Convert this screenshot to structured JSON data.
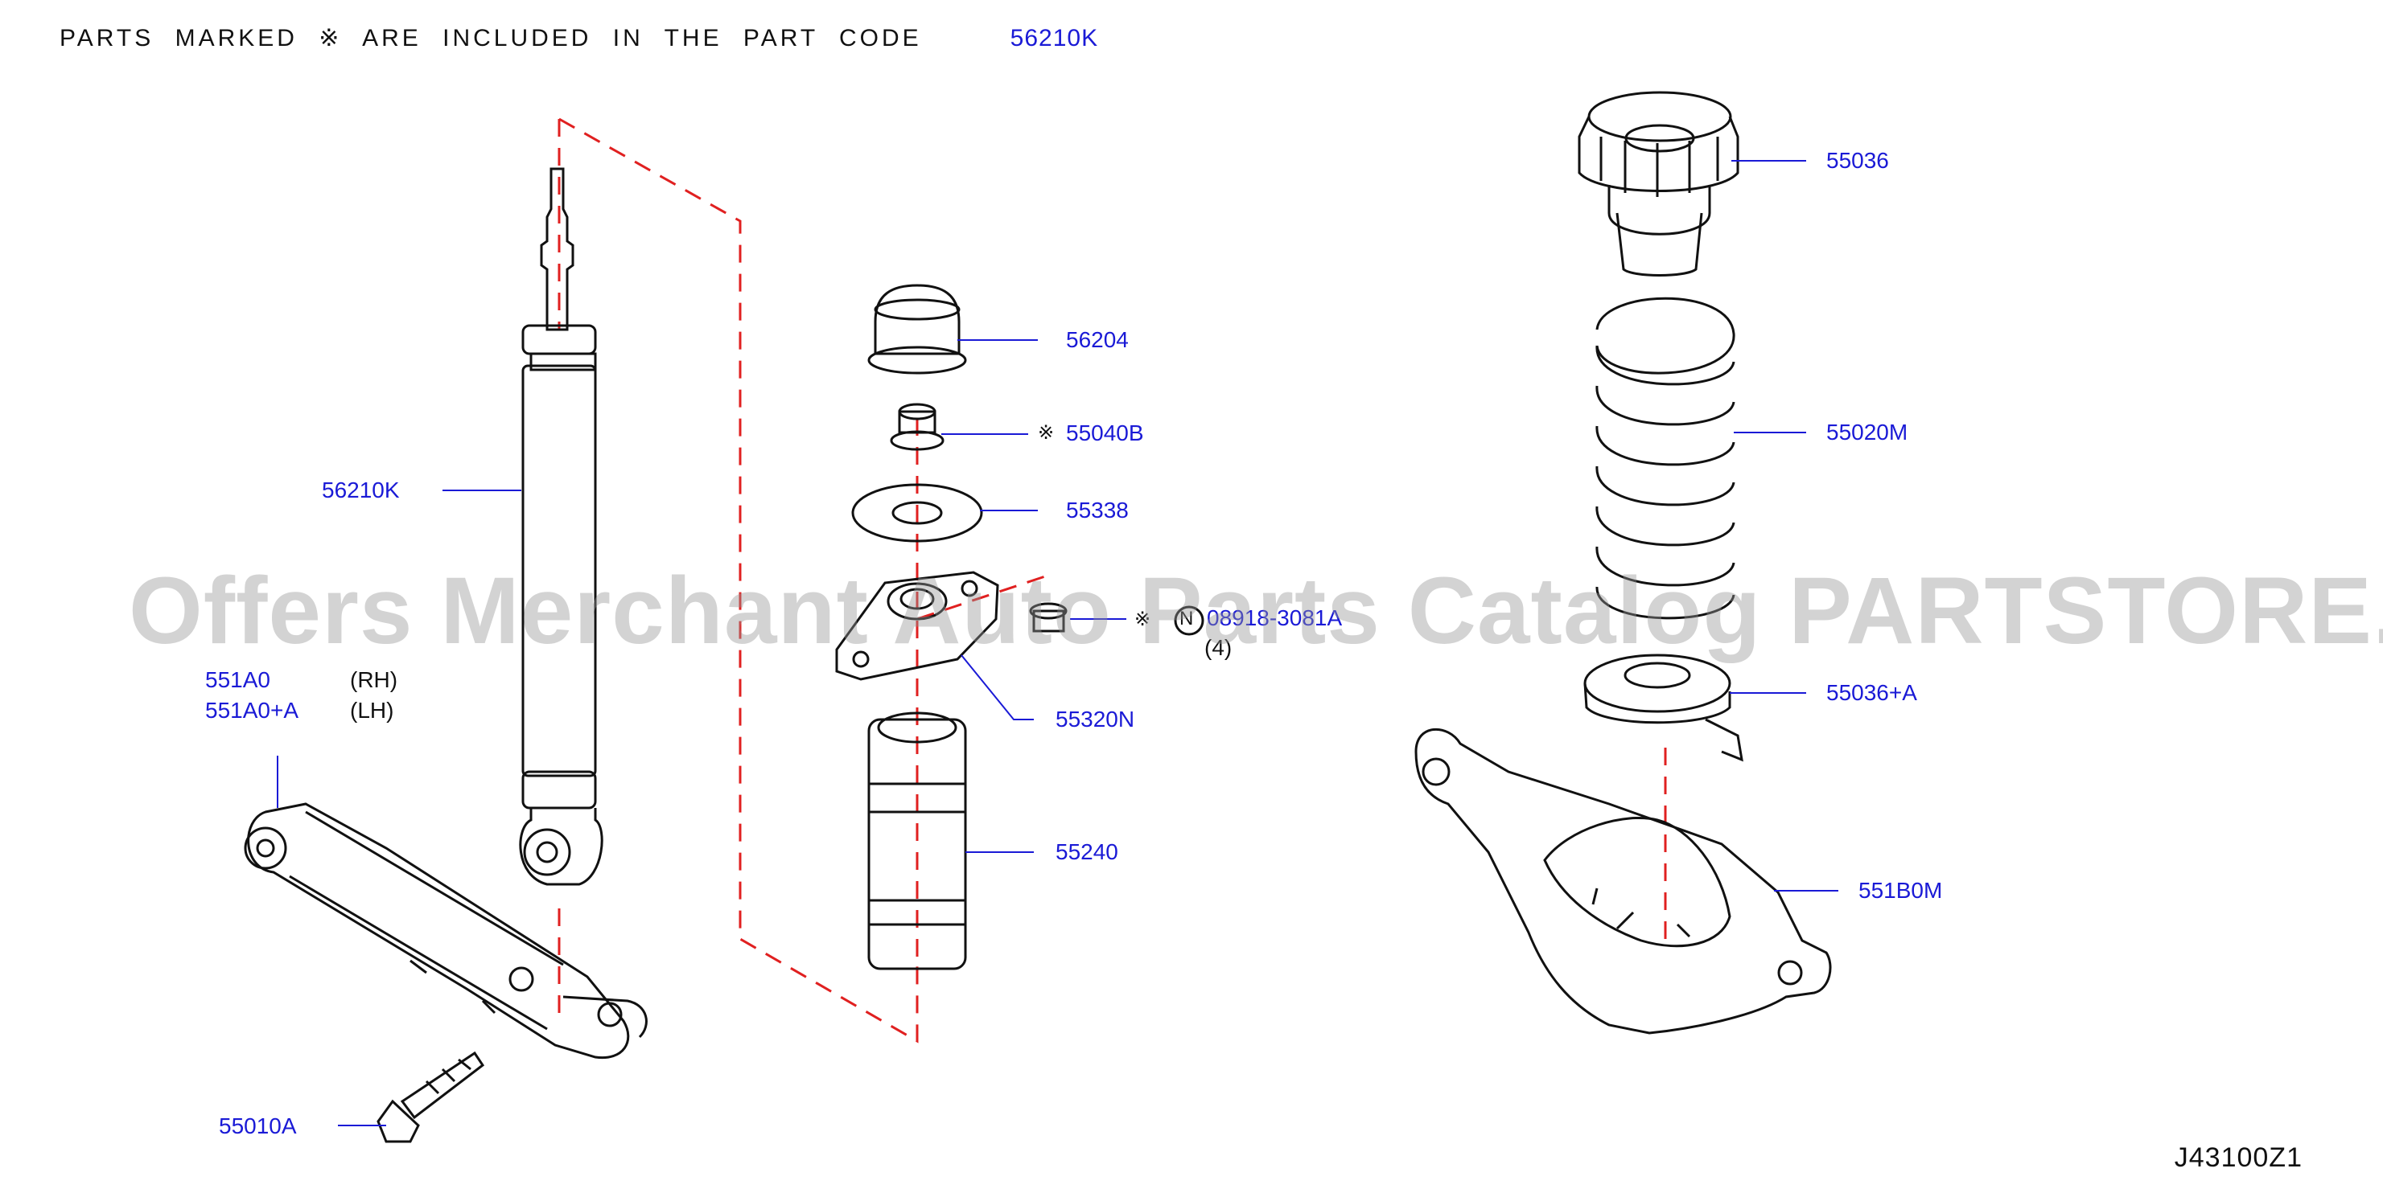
{
  "header": {
    "text": "PARTS MARKED ※ ARE INCLUDED IN THE PART CODE",
    "code": "56210K"
  },
  "diagram_ref": "J43100Z1",
  "watermark": "Offers Merchant Auto Parts Catalog PARTSTORE.SA",
  "callouts": {
    "shock": "56210K",
    "arm_rh": "551A0",
    "arm_rh_side": "(RH)",
    "arm_lh": "551A0+A",
    "arm_lh_side": "(LH)",
    "bolt": "55010A",
    "cap": "56204",
    "nut_mark": "※",
    "nut": "55040B",
    "washer": "55338",
    "mount": "55320N",
    "nut2_mark": "※",
    "nut2_n": "N",
    "nut2": "08918-3081A",
    "nut2_qty": "(4)",
    "bumper": "55240",
    "seat_upper": "55036",
    "spring": "55020M",
    "seat_lower": "55036+A",
    "lower_arm": "551B0M"
  },
  "colors": {
    "line": "#111111",
    "callout": "#1a1ad6",
    "dash": "#e02020"
  }
}
